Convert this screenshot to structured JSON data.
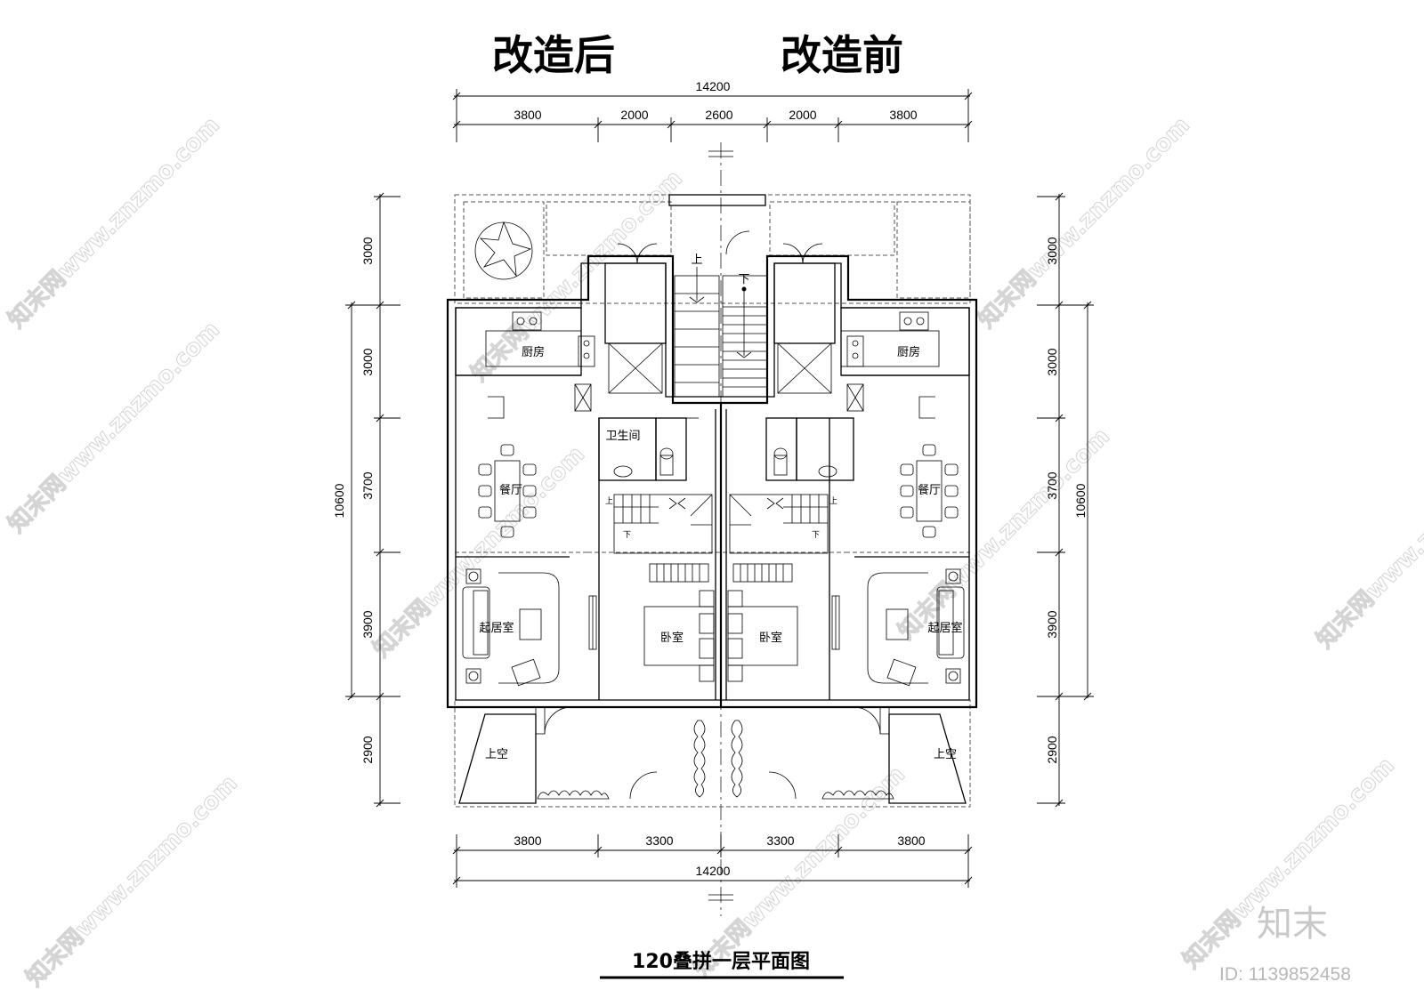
{
  "labels": {
    "after": "改造后",
    "before": "改造前",
    "title": "120叠拼一层平面图"
  },
  "dims": {
    "top_total": "14200",
    "top_segments": [
      "3800",
      "2000",
      "2600",
      "2000",
      "3800"
    ],
    "bottom_segments": [
      "3800",
      "3300",
      "3300",
      "3800"
    ],
    "bottom_total": "14200",
    "left_segments": [
      "3000",
      "3000",
      "3700",
      "3900",
      "2900"
    ],
    "left_total": "10600",
    "right_segments": [
      "3000",
      "3000",
      "3700",
      "3900",
      "2900"
    ],
    "right_total": "10600"
  },
  "rooms": {
    "left": {
      "kitchen": "厨房",
      "bath": "卫生间",
      "dining": "餐厅",
      "living": "起居室",
      "bedroom": "卧室",
      "void": "上空"
    },
    "right": {
      "kitchen": "厨房",
      "dining": "餐厅",
      "living": "起居室",
      "bedroom": "卧室",
      "void": "上空"
    }
  },
  "stair_marks": {
    "up": "上",
    "down": "下"
  },
  "watermark": {
    "text": "知末网www.znzmo.com",
    "logo": "知末",
    "id": "ID: 1139852458"
  }
}
